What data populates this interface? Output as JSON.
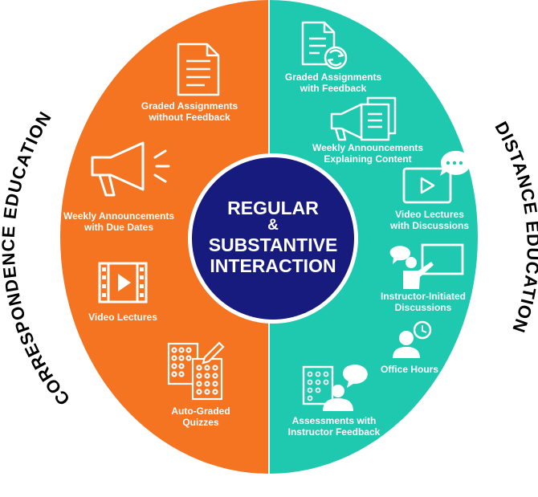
{
  "colors": {
    "left": "#f47421",
    "right": "#1ec9b0",
    "center": "#171b7e",
    "ring": "#ffffff",
    "outer_text": "#000000"
  },
  "center": {
    "line1": "REGULAR",
    "line2": "&",
    "line3": "SUBSTANTIVE",
    "line4": "INTERACTION"
  },
  "outer_labels": {
    "left": "CORRESPONDENCE EDUCATION",
    "right_word1": "DISTANCE",
    "right_word2": "EDUCATION"
  },
  "left_items": [
    {
      "icon": "document-icon",
      "line1": "Graded Assignments",
      "line2": "without Feedback"
    },
    {
      "icon": "megaphone-icon",
      "line1": "Weekly Announcements",
      "line2": "with Due Dates"
    },
    {
      "icon": "film-icon",
      "line1": "Video Lectures",
      "line2": ""
    },
    {
      "icon": "quiz-sheet-icon",
      "line1": "Auto-Graded",
      "line2": "Quizzes"
    }
  ],
  "right_items": [
    {
      "icon": "document-refresh-icon",
      "line1": "Graded Assignments",
      "line2": "with Feedback"
    },
    {
      "icon": "megaphone-document-icon",
      "line1": "Weekly Announcements",
      "line2": "Explaining Content"
    },
    {
      "icon": "video-chat-icon",
      "line1": "Video Lectures",
      "line2": "with Discussions"
    },
    {
      "icon": "instructor-board-icon",
      "line1": "Instructor-Initiated",
      "line2": "Discussions"
    },
    {
      "icon": "person-clock-icon",
      "line1": "Office Hours",
      "line2": ""
    },
    {
      "icon": "assessment-feedback-icon",
      "line1": "Assessments with",
      "line2": "Instructor Feedback"
    }
  ]
}
